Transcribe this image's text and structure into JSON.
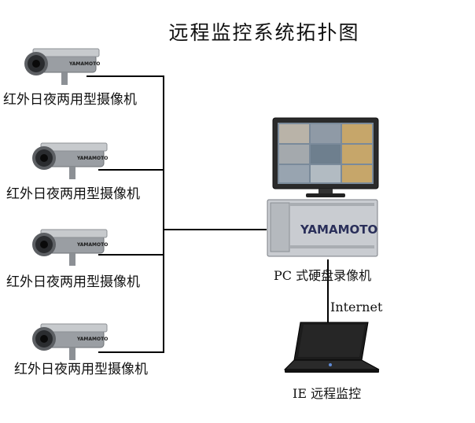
{
  "title": "远程监控系统拓扑图",
  "cameras": [
    {
      "label": "红外日夜两用型摄像机",
      "brand": "YAMAMOTO"
    },
    {
      "label": "红外日夜两用型摄像机",
      "brand": "YAMAMOTO"
    },
    {
      "label": "红外日夜两用型摄像机",
      "brand": "YAMAMOTO"
    },
    {
      "label": "红外日夜两用型摄像机",
      "brand": "YAMAMOTO"
    }
  ],
  "dvr": {
    "label": "PC 式硬盘录像机",
    "brand": "YAMAMOTO"
  },
  "link_label": "Internet",
  "client": {
    "label": "IE 远程监控"
  },
  "colors": {
    "line": "#000000",
    "camera_body": "#9a9ea3",
    "dvr_body": "#c9ccd1",
    "laptop": "#1c1c1c"
  }
}
